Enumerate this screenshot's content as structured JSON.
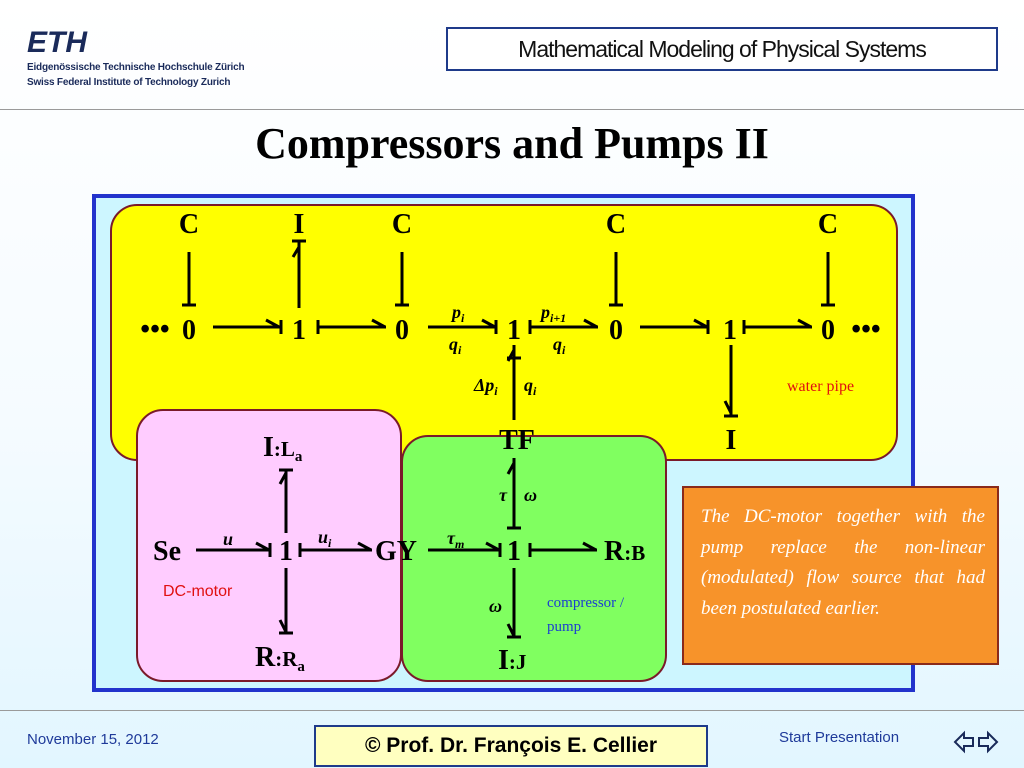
{
  "header": {
    "logo_text": "ETH",
    "logo_line1": "Eidgenössische Technische Hochschule Zürich",
    "logo_line2": "Swiss Federal Institute of Technology Zurich",
    "course_title": "Mathematical Modeling of Physical Systems"
  },
  "slide": {
    "title": "Compressors and Pumps II"
  },
  "diagram": {
    "ellipsis": "•••",
    "top_row": {
      "c1": "C",
      "i1": "I",
      "c2": "C",
      "c3": "C",
      "c4": "C",
      "n1": "0",
      "n2": "1",
      "n3": "0",
      "n4": "1",
      "n5": "0",
      "n6": "1",
      "n7": "0",
      "p_i": "p",
      "p_i_sub": "i",
      "q_i_1": "q",
      "q_i_1_sub": "i",
      "p_i1": "p",
      "p_i1_sub": "i+1",
      "q_i_2": "q",
      "q_i_2_sub": "i",
      "dp": "Δp",
      "dp_sub": "i",
      "dq": "q",
      "dq_sub": "i",
      "water_pipe": "water pipe",
      "tf": "TF",
      "i_bottom": "I"
    },
    "motor": {
      "i_la": "I",
      "i_la_colon": ":L",
      "i_la_sub": "a",
      "se": "Se",
      "u": "u",
      "one": "1",
      "ui": "u",
      "ui_sub": "i",
      "gy": "GY",
      "label": "DC-motor",
      "r_ra": "R",
      "r_ra_colon": ":R",
      "r_ra_sub": "a"
    },
    "pump": {
      "tau": "τ",
      "omega": "ω",
      "tau_m": "τ",
      "tau_m_sub": "m",
      "one": "1",
      "rb": "R",
      "rb_colon": ":B",
      "omega2": "ω",
      "label_line1": "compressor /",
      "label_line2": "pump",
      "ij": "I",
      "ij_colon": ":J"
    },
    "colors": {
      "yellow": "#ffff00",
      "pink": "#ffccff",
      "green": "#80ff60",
      "cyan": "#cdf6ff",
      "frame": "#2233cc",
      "region_border": "#7a1a2a",
      "red_label": "#e01010",
      "blue_label": "#1a3fd0"
    }
  },
  "note": {
    "text": "The DC-motor together with the pump replace the non-linear (modulated) flow source that had been postulated earlier."
  },
  "footer": {
    "date": "November 15, 2012",
    "author": "©  Prof. Dr. François E. Cellier",
    "start": "Start Presentation"
  }
}
